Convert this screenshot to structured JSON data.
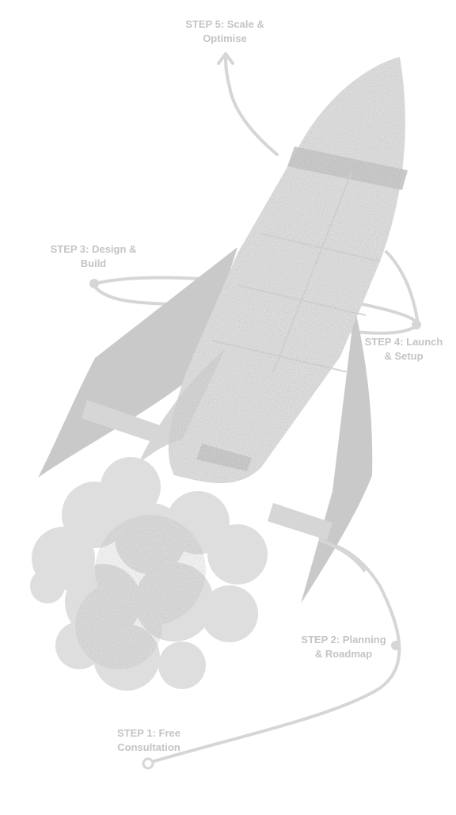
{
  "colors": {
    "ink": "#d6d6d6",
    "ink_dark": "#c9c9c9",
    "label": "#c4c4c4",
    "background": "#ffffff"
  },
  "steps": [
    {
      "line1": "STEP 1: Free",
      "line2": "Consultation"
    },
    {
      "line1": "STEP 2: Planning",
      "line2": "& Roadmap"
    },
    {
      "line1": "STEP 3: Design &",
      "line2": "Build"
    },
    {
      "line1": "STEP 4: Launch",
      "line2": "& Setup"
    },
    {
      "line1": "STEP 5: Scale &",
      "line2": "Optimise"
    }
  ],
  "icons": {
    "illustration": "rocket-illustration",
    "path": "journey-path",
    "arrow": "arrow-head-icon"
  }
}
